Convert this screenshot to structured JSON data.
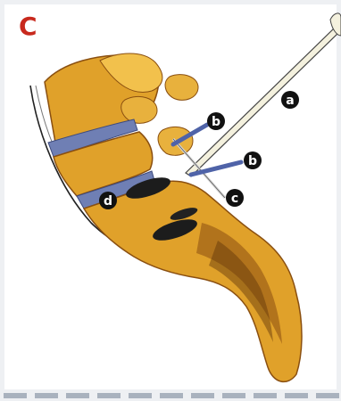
{
  "figure": {
    "panel_letter": "C",
    "labels": {
      "a_top": "a",
      "b_upper": "b",
      "b_lower": "b",
      "c": "c",
      "d": "d"
    },
    "colors": {
      "letter": "#c8291d",
      "bone": "#e0a12a",
      "bone_dark": "#8a4f10",
      "disc": "#6f7fb4",
      "rod": "#f4f1de",
      "dash": "#a9b2be"
    }
  }
}
